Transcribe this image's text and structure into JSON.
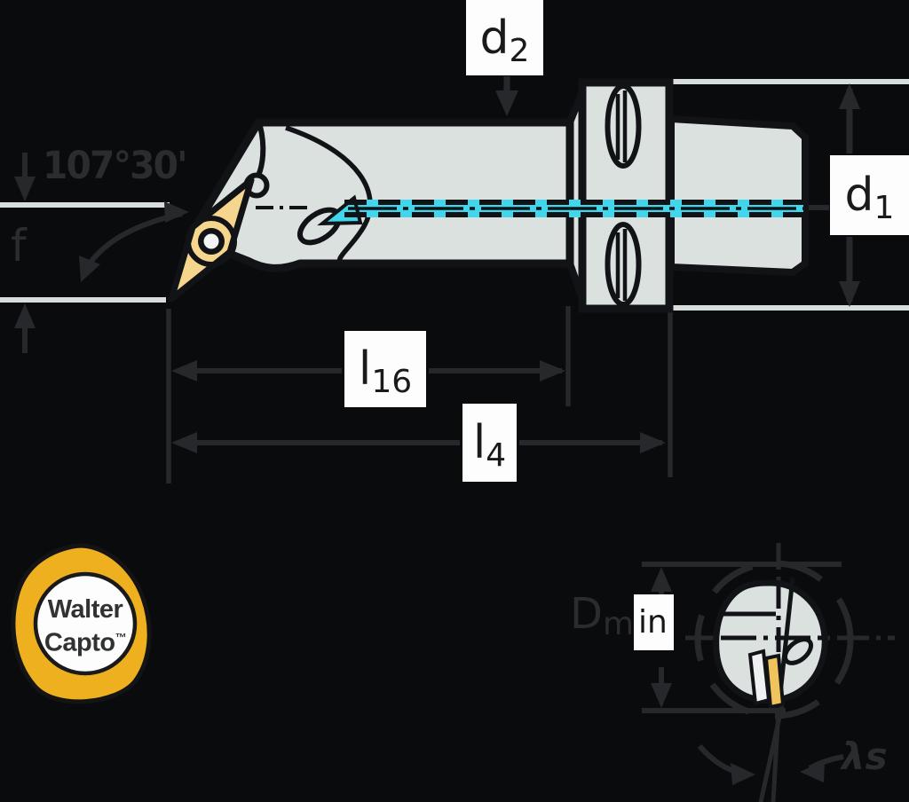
{
  "labels": {
    "d2": {
      "base": "d",
      "sub": "2"
    },
    "d1": {
      "base": "d",
      "sub": "1"
    },
    "l16": {
      "base": "l",
      "sub": "16"
    },
    "l4": {
      "base": "l",
      "sub": "4"
    },
    "f": "f",
    "lead_angle": "107°30'",
    "dmin": {
      "base": "D",
      "sub_plain": "m",
      "sub_boxed": "in"
    },
    "inclination_angle": "λs"
  },
  "logo": {
    "line1": "Walter",
    "line2": "Capto",
    "tm": "™"
  },
  "colors": {
    "background": "#0a0b0d",
    "body_fill": "#dbe1df",
    "outline_ink": "#111316",
    "annotation": "#26282b",
    "extension_line": "#d7dddb",
    "coolant_cyan": "#41d6ec",
    "insert_gold": "#f6d68c",
    "end_view_insert_gold": "#f0c45c",
    "logo_yellow": "#eeb01f",
    "label_box": "#fdfdfd",
    "label_text": "#1a1a1a"
  }
}
